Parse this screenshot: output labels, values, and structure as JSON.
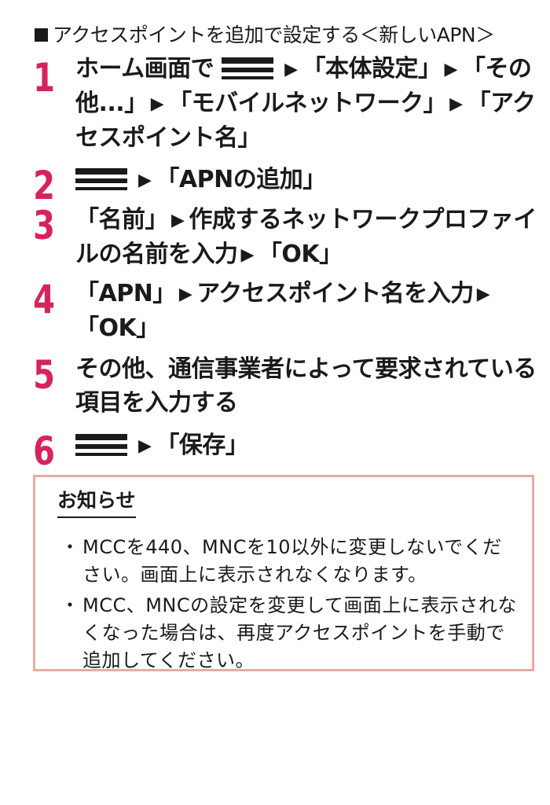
{
  "heading": "アクセスポイントを追加で設定する＜新しいAPN＞",
  "steps": [
    {
      "num": "1",
      "parts": [
        "ホーム画面で",
        "「本体設定」",
        "「その他...」",
        "「モバイルネットワーク」",
        "「アクセスポイント名」"
      ]
    },
    {
      "num": "2",
      "parts": [
        "「APNの追加」"
      ]
    },
    {
      "num": "3",
      "parts": [
        "「名前」",
        "作成するネットワークプロファイルの名前を入力",
        "「OK」"
      ]
    },
    {
      "num": "4",
      "parts": [
        "「APN」",
        "アクセスポイント名を入力",
        "「OK」"
      ]
    },
    {
      "num": "5",
      "parts": [
        "その他、通信事業者によって要求されている項目を入力する"
      ]
    },
    {
      "num": "6",
      "parts": [
        "「保存」"
      ]
    }
  ],
  "notice": {
    "title": "お知らせ",
    "items": [
      "MCCを440、MNCを10以外に変更しないでください。画面上に表示されなくなります。",
      "MCC、MNCの設定を変更して画面上に表示されなくなった場合は、再度アクセスポイントを手動で追加してください。"
    ]
  },
  "symbols": {
    "arrow": "▶",
    "bullet": "・"
  },
  "colors": {
    "step_number": "#d6245a",
    "notice_border": "#e8aaa4",
    "text": "#1a1a1a"
  },
  "icons": [
    "menu-icon"
  ]
}
